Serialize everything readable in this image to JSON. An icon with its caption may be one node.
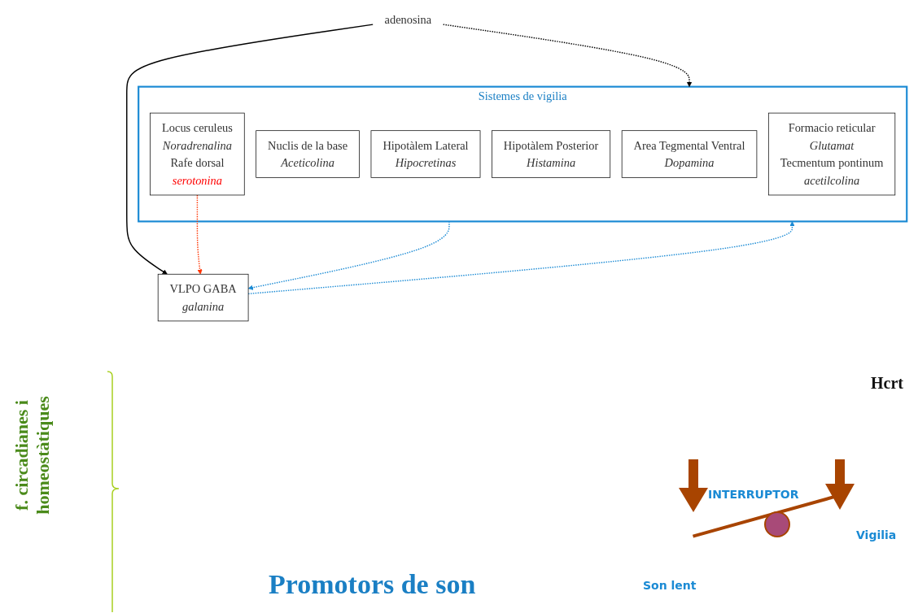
{
  "diagram": {
    "nodes": [
      {
        "text": [
          "Sistemes de vigilia"
        ]
      },
      {
        "text": [
          "Area Tegmental Ventral",
          "Dopamina"
        ],
        "in": 0
      },
      {
        "text": [
          "Nuclis de la base",
          "Aceticolina"
        ],
        "in": 0
      },
      {
        "text": [
          "Hipotàlem Lateral",
          "Hipocretinas"
        ],
        "in": 0
      },
      {
        "text": [
          "Hipotàlem Posterior",
          "Histamina"
        ],
        "in": 0
      },
      {
        "text": [
          "Locus ceruleus",
          "Noradrenalina",
          "Rafe dorsal",
          "serotonina"
        ],
        "in": 0
      },
      {
        "text": [
          "Formacio reticular",
          "Glutamat",
          "Tecmentum pontinum",
          "acetilcolina"
        ],
        "in": 0
      },
      {
        "text": [
          "VLPO GABA",
          "galanina"
        ]
      },
      {
        "text": [
          "adenosina"
        ]
      }
    ],
    "edges": [
      {
        "from": 8,
        "to": 0,
        "arrow": "to",
        "style": "dashed"
      },
      {
        "from": 8,
        "to": 7,
        "arrow": "to"
      },
      {
        "from": 7,
        "to": 0,
        "arrow": "to",
        "style": "dashed",
        "color": "#1a8ad4"
      },
      {
        "from": 0,
        "to": 7,
        "arrow": "to",
        "style": "dashed",
        "color": "#1a8ad4"
      },
      {
        "from": 5,
        "to": 7,
        "arrow": "to",
        "style": "dashed",
        "color": "#ff3300"
      }
    ],
    "labels": [
      "f. circadianes i homeostàtiques",
      "Promotors de son",
      "Hcrt",
      "INTERRUPTOR",
      "Vigilia",
      "Son lent"
    ]
  }
}
